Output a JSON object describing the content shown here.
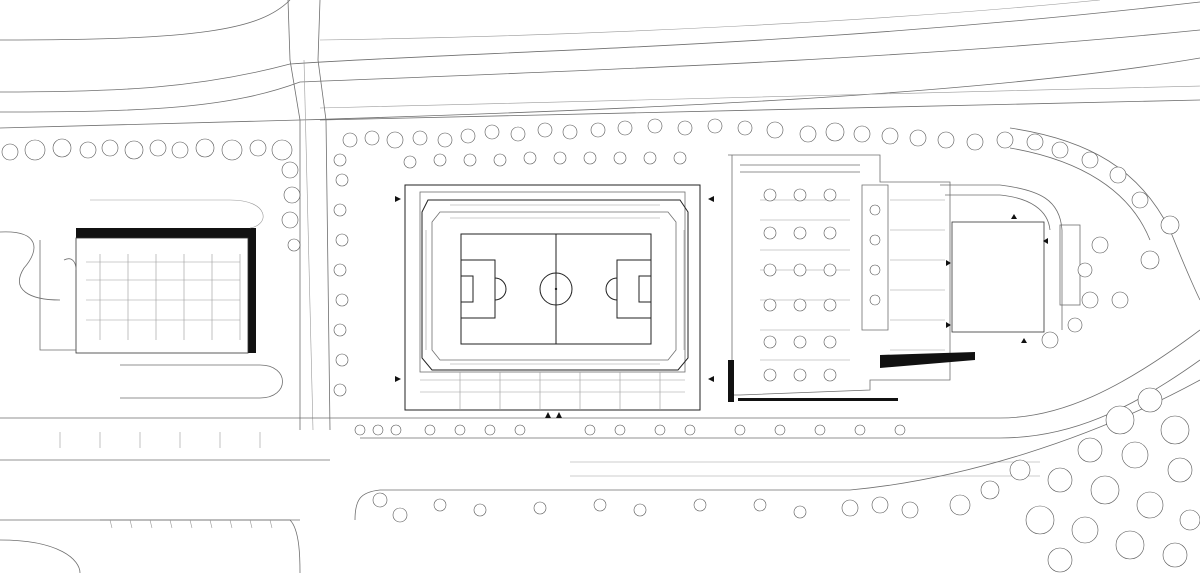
{
  "title": "",
  "colors": {
    "line": "#6f6f6f",
    "dark": "#111111",
    "background": "#ffffff"
  },
  "elements": {
    "stadium": "stadium",
    "pitch": "football-pitch",
    "parking_garage": "parking-garage",
    "parking_lot": "surface-parking",
    "arena": "arena-building",
    "roads": "road-network",
    "trees": "tree-canopy"
  }
}
